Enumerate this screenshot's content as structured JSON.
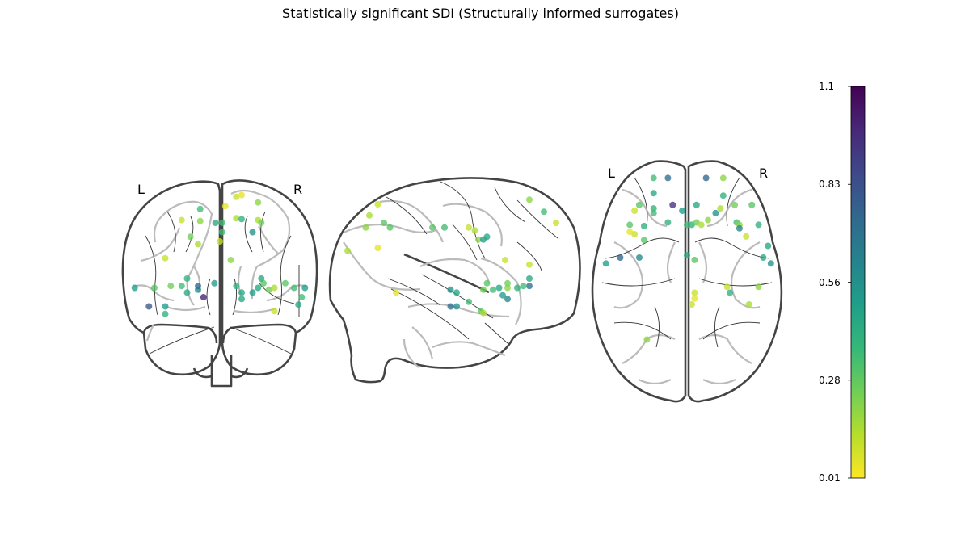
{
  "title": "Statistically significant SDI (Structurally informed surrogates)",
  "views": [
    {
      "id": "coronal",
      "left_label": "L",
      "right_label": "R"
    },
    {
      "id": "sagittal"
    },
    {
      "id": "axial",
      "left_label": "L",
      "right_label": "R"
    }
  ],
  "chart_data": {
    "type": "scatter",
    "title": "Statistically significant SDI (Structurally informed surrogates)",
    "colormap": "viridis_r",
    "colorbar": {
      "ticks": [
        "1.1",
        "0.83",
        "0.56",
        "0.28",
        "0.01"
      ],
      "range": [
        0.01,
        1.1
      ],
      "stops": [
        "#fde725",
        "#b5de2b",
        "#6ece58",
        "#35b779",
        "#1f9e89",
        "#26828e",
        "#31688e",
        "#3e4989",
        "#482878",
        "#440154"
      ]
    },
    "series": [
      {
        "view": "coronal",
        "points": [
          {
            "x": 0.15,
            "y": 0.88,
            "v": 0.1
          },
          {
            "x": 0.2,
            "y": 0.9,
            "v": 0.05
          },
          {
            "x": 0.35,
            "y": 0.82,
            "v": 0.2
          },
          {
            "x": -0.18,
            "y": 0.75,
            "v": 0.35
          },
          {
            "x": -0.35,
            "y": 0.63,
            "v": 0.1
          },
          {
            "x": -0.18,
            "y": 0.62,
            "v": 0.2
          },
          {
            "x": -0.27,
            "y": 0.45,
            "v": 0.25
          },
          {
            "x": -0.04,
            "y": 0.6,
            "v": 0.45
          },
          {
            "x": 0.02,
            "y": 0.6,
            "v": 0.35
          },
          {
            "x": 0.15,
            "y": 0.65,
            "v": 0.15
          },
          {
            "x": 0.2,
            "y": 0.64,
            "v": 0.4
          },
          {
            "x": 0.35,
            "y": 0.63,
            "v": 0.15
          },
          {
            "x": 0.38,
            "y": 0.6,
            "v": 0.25
          },
          {
            "x": 0.3,
            "y": 0.5,
            "v": 0.55
          },
          {
            "x": 0.02,
            "y": 0.5,
            "v": 0.35
          },
          {
            "x": 0.0,
            "y": 0.4,
            "v": 0.1
          },
          {
            "x": -0.2,
            "y": 0.37,
            "v": 0.15
          },
          {
            "x": -0.5,
            "y": 0.22,
            "v": 0.1
          },
          {
            "x": 0.05,
            "y": 0.78,
            "v": 0.05
          },
          {
            "x": 0.1,
            "y": 0.2,
            "v": 0.2
          },
          {
            "x": -0.78,
            "y": -0.1,
            "v": 0.5
          },
          {
            "x": -0.6,
            "y": -0.1,
            "v": 0.3
          },
          {
            "x": -0.45,
            "y": -0.08,
            "v": 0.25
          },
          {
            "x": -0.35,
            "y": -0.08,
            "v": 0.35
          },
          {
            "x": -0.3,
            "y": 0.0,
            "v": 0.4
          },
          {
            "x": -0.3,
            "y": -0.15,
            "v": 0.45
          },
          {
            "x": -0.2,
            "y": -0.12,
            "v": 0.55
          },
          {
            "x": -0.2,
            "y": -0.08,
            "v": 0.75
          },
          {
            "x": -0.05,
            "y": -0.05,
            "v": 0.5
          },
          {
            "x": -0.15,
            "y": -0.2,
            "v": 1.0
          },
          {
            "x": -0.5,
            "y": -0.3,
            "v": 0.5
          },
          {
            "x": -0.5,
            "y": -0.38,
            "v": 0.4
          },
          {
            "x": -0.65,
            "y": -0.3,
            "v": 0.8
          },
          {
            "x": 0.15,
            "y": -0.08,
            "v": 0.4
          },
          {
            "x": 0.2,
            "y": -0.15,
            "v": 0.45
          },
          {
            "x": 0.3,
            "y": -0.15,
            "v": 0.5
          },
          {
            "x": 0.35,
            "y": -0.1,
            "v": 0.45
          },
          {
            "x": 0.4,
            "y": -0.05,
            "v": 0.3
          },
          {
            "x": 0.38,
            "y": 0.0,
            "v": 0.45
          },
          {
            "x": 0.45,
            "y": -0.12,
            "v": 0.25
          },
          {
            "x": 0.5,
            "y": -0.1,
            "v": 0.15
          },
          {
            "x": 0.6,
            "y": -0.05,
            "v": 0.3
          },
          {
            "x": 0.68,
            "y": -0.1,
            "v": 0.35
          },
          {
            "x": 0.78,
            "y": -0.1,
            "v": 0.5
          },
          {
            "x": 0.75,
            "y": -0.2,
            "v": 0.35
          },
          {
            "x": 0.72,
            "y": -0.28,
            "v": 0.45
          },
          {
            "x": 0.5,
            "y": -0.35,
            "v": 0.1
          },
          {
            "x": 0.2,
            "y": -0.22,
            "v": 0.45
          }
        ]
      },
      {
        "view": "sagittal",
        "points": [
          {
            "x": 0.6,
            "y": 0.85,
            "v": 0.2
          },
          {
            "x": 0.72,
            "y": 0.72,
            "v": 0.35
          },
          {
            "x": 0.82,
            "y": 0.6,
            "v": 0.1
          },
          {
            "x": -0.65,
            "y": 0.8,
            "v": 0.1
          },
          {
            "x": -0.72,
            "y": 0.68,
            "v": 0.15
          },
          {
            "x": -0.6,
            "y": 0.6,
            "v": 0.3
          },
          {
            "x": -0.55,
            "y": 0.55,
            "v": 0.3
          },
          {
            "x": -0.75,
            "y": 0.55,
            "v": 0.2
          },
          {
            "x": -0.9,
            "y": 0.3,
            "v": 0.15
          },
          {
            "x": -0.65,
            "y": 0.33,
            "v": 0.05
          },
          {
            "x": -0.2,
            "y": 0.55,
            "v": 0.3
          },
          {
            "x": -0.1,
            "y": 0.55,
            "v": 0.35
          },
          {
            "x": 0.1,
            "y": 0.55,
            "v": 0.1
          },
          {
            "x": 0.15,
            "y": 0.52,
            "v": 0.15
          },
          {
            "x": 0.18,
            "y": 0.42,
            "v": 0.2
          },
          {
            "x": 0.22,
            "y": 0.42,
            "v": 0.5
          },
          {
            "x": 0.25,
            "y": 0.45,
            "v": 0.45
          },
          {
            "x": 0.4,
            "y": 0.2,
            "v": 0.1
          },
          {
            "x": 0.6,
            "y": 0.15,
            "v": 0.1
          },
          {
            "x": 0.6,
            "y": 0.0,
            "v": 0.45
          },
          {
            "x": 0.6,
            "y": -0.08,
            "v": 0.7
          },
          {
            "x": 0.25,
            "y": -0.05,
            "v": 0.3
          },
          {
            "x": 0.22,
            "y": -0.12,
            "v": 0.25
          },
          {
            "x": 0.3,
            "y": -0.12,
            "v": 0.35
          },
          {
            "x": 0.35,
            "y": -0.1,
            "v": 0.45
          },
          {
            "x": 0.42,
            "y": -0.1,
            "v": 0.2
          },
          {
            "x": 0.42,
            "y": -0.05,
            "v": 0.25
          },
          {
            "x": 0.38,
            "y": -0.18,
            "v": 0.5
          },
          {
            "x": 0.42,
            "y": -0.22,
            "v": 0.6
          },
          {
            "x": 0.5,
            "y": -0.1,
            "v": 0.4
          },
          {
            "x": 0.55,
            "y": -0.08,
            "v": 0.35
          },
          {
            "x": -0.05,
            "y": -0.12,
            "v": 0.55
          },
          {
            "x": 0.0,
            "y": -0.15,
            "v": 0.45
          },
          {
            "x": 0.1,
            "y": -0.25,
            "v": 0.35
          },
          {
            "x": -0.05,
            "y": -0.3,
            "v": 0.7
          },
          {
            "x": 0.0,
            "y": -0.3,
            "v": 0.55
          },
          {
            "x": 0.2,
            "y": -0.35,
            "v": 0.3
          },
          {
            "x": 0.22,
            "y": -0.37,
            "v": 0.15
          },
          {
            "x": -0.5,
            "y": -0.15,
            "v": 0.05
          }
        ]
      },
      {
        "view": "axial",
        "points": [
          {
            "x": -0.35,
            "y": 0.88,
            "v": 0.35
          },
          {
            "x": -0.2,
            "y": 0.88,
            "v": 0.7
          },
          {
            "x": 0.2,
            "y": 0.88,
            "v": 0.75
          },
          {
            "x": 0.38,
            "y": 0.88,
            "v": 0.2
          },
          {
            "x": -0.35,
            "y": 0.75,
            "v": 0.45
          },
          {
            "x": 0.38,
            "y": 0.73,
            "v": 0.4
          },
          {
            "x": -0.5,
            "y": 0.65,
            "v": 0.3
          },
          {
            "x": -0.55,
            "y": 0.6,
            "v": 0.1
          },
          {
            "x": -0.35,
            "y": 0.62,
            "v": 0.4
          },
          {
            "x": -0.35,
            "y": 0.58,
            "v": 0.35
          },
          {
            "x": -0.15,
            "y": 0.65,
            "v": 0.95
          },
          {
            "x": -0.05,
            "y": 0.6,
            "v": 0.5
          },
          {
            "x": 0.1,
            "y": 0.65,
            "v": 0.45
          },
          {
            "x": 0.35,
            "y": 0.62,
            "v": 0.15
          },
          {
            "x": 0.5,
            "y": 0.65,
            "v": 0.25
          },
          {
            "x": 0.68,
            "y": 0.65,
            "v": 0.3
          },
          {
            "x": 0.3,
            "y": 0.58,
            "v": 0.55
          },
          {
            "x": -0.6,
            "y": 0.48,
            "v": 0.3
          },
          {
            "x": -0.45,
            "y": 0.47,
            "v": 0.4
          },
          {
            "x": -0.2,
            "y": 0.5,
            "v": 0.4
          },
          {
            "x": 0.0,
            "y": 0.48,
            "v": 0.35
          },
          {
            "x": 0.05,
            "y": 0.48,
            "v": 0.4
          },
          {
            "x": 0.1,
            "y": 0.5,
            "v": 0.25
          },
          {
            "x": 0.15,
            "y": 0.48,
            "v": 0.15
          },
          {
            "x": 0.22,
            "y": 0.52,
            "v": 0.2
          },
          {
            "x": 0.52,
            "y": 0.5,
            "v": 0.35
          },
          {
            "x": 0.55,
            "y": 0.48,
            "v": 0.2
          },
          {
            "x": 0.55,
            "y": 0.45,
            "v": 0.6
          },
          {
            "x": 0.75,
            "y": 0.48,
            "v": 0.4
          },
          {
            "x": -0.55,
            "y": 0.4,
            "v": 0.1
          },
          {
            "x": -0.45,
            "y": 0.35,
            "v": 0.3
          },
          {
            "x": -0.6,
            "y": 0.42,
            "v": 0.05
          },
          {
            "x": 0.62,
            "y": 0.38,
            "v": 0.1
          },
          {
            "x": 0.85,
            "y": 0.3,
            "v": 0.45
          },
          {
            "x": -0.7,
            "y": 0.2,
            "v": 0.75
          },
          {
            "x": -0.5,
            "y": 0.2,
            "v": 0.6
          },
          {
            "x": 0.0,
            "y": 0.22,
            "v": 0.45
          },
          {
            "x": 0.08,
            "y": 0.18,
            "v": 0.3
          },
          {
            "x": 0.8,
            "y": 0.2,
            "v": 0.45
          },
          {
            "x": 0.88,
            "y": 0.15,
            "v": 0.55
          },
          {
            "x": -0.85,
            "y": 0.15,
            "v": 0.5
          },
          {
            "x": 0.08,
            "y": -0.1,
            "v": 0.1
          },
          {
            "x": 0.08,
            "y": -0.15,
            "v": 0.05
          },
          {
            "x": 0.05,
            "y": -0.2,
            "v": 0.1
          },
          {
            "x": 0.42,
            "y": -0.05,
            "v": 0.1
          },
          {
            "x": 0.45,
            "y": -0.1,
            "v": 0.4
          },
          {
            "x": 0.75,
            "y": -0.05,
            "v": 0.2
          },
          {
            "x": 0.65,
            "y": -0.2,
            "v": 0.15
          },
          {
            "x": -0.42,
            "y": -0.5,
            "v": 0.2
          }
        ]
      }
    ]
  }
}
